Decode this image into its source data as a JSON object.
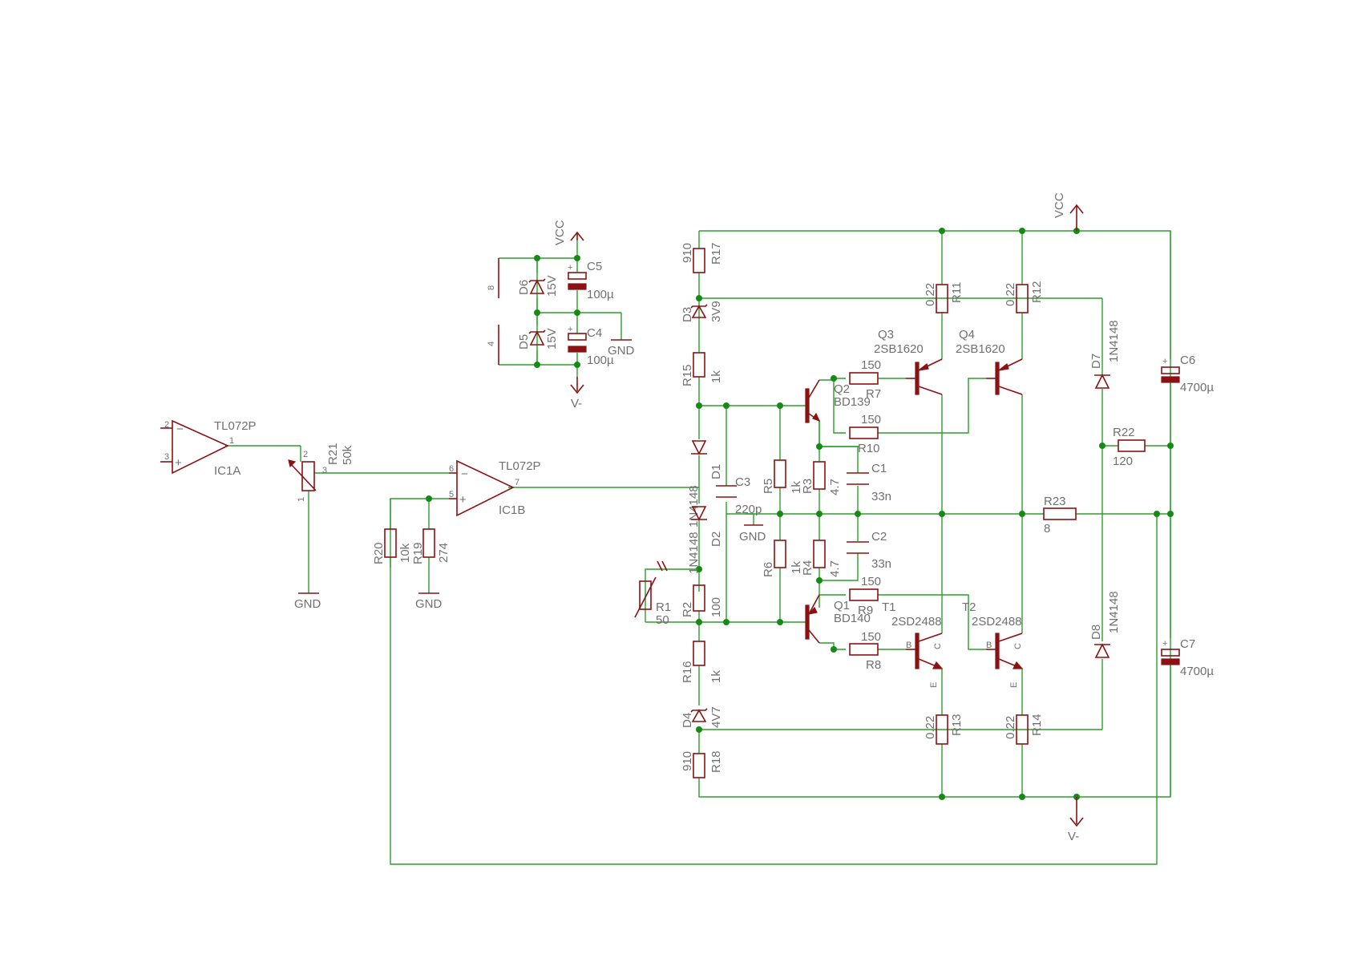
{
  "labels": {
    "vcc_top": "VCC",
    "vcc_right": "VCC",
    "vneg_top": "V-",
    "vneg_bottom": "V-",
    "gnd_supply": "GND",
    "gnd_r21": "GND",
    "gnd_r19": "GND",
    "gnd_c3": "GND"
  },
  "opamps": {
    "ic1a": {
      "type": "TL072P",
      "name": "IC1A",
      "pin_minus": "2",
      "pin_plus": "3",
      "pin_out": "1"
    },
    "ic1b": {
      "type": "TL072P",
      "name": "IC1B",
      "pin_minus": "6",
      "pin_plus": "5",
      "pin_out": "7"
    }
  },
  "supply": {
    "pin8": "8",
    "pin4": "4"
  },
  "pot_r21": {
    "name": "R21",
    "value": "50k",
    "pin1": "1",
    "pin2": "2",
    "pin3": "3"
  },
  "resistors": {
    "r1": {
      "name": "R1",
      "value": "50"
    },
    "r2": {
      "name": "R2",
      "value": "100"
    },
    "r3": {
      "name": "R3",
      "value": "4.7"
    },
    "r4": {
      "name": "R4",
      "value": "4.7"
    },
    "r5": {
      "name": "R5",
      "value": "1k"
    },
    "r6": {
      "name": "R6",
      "value": "1k"
    },
    "r7": {
      "name": "R7",
      "value": "150"
    },
    "r8": {
      "name": "R8",
      "value": "150"
    },
    "r9": {
      "name": "R9",
      "value": "150"
    },
    "r10": {
      "name": "R10",
      "value": "150"
    },
    "r11": {
      "name": "R11",
      "value": "0.22"
    },
    "r12": {
      "name": "R12",
      "value": "0.22"
    },
    "r13": {
      "name": "R13",
      "value": "0.22"
    },
    "r14": {
      "name": "R14",
      "value": "0.22"
    },
    "r15": {
      "name": "R15",
      "value": "1k"
    },
    "r16": {
      "name": "R16",
      "value": "1k"
    },
    "r17": {
      "name": "R17",
      "value": "910"
    },
    "r18": {
      "name": "R18",
      "value": "910"
    },
    "r19": {
      "name": "R19",
      "value": "274"
    },
    "r20": {
      "name": "R20",
      "value": "10k"
    },
    "r22": {
      "name": "R22",
      "value": "120"
    },
    "r23": {
      "name": "R23",
      "value": "8"
    }
  },
  "capacitors": {
    "c1": {
      "name": "C1",
      "value": "33n"
    },
    "c2": {
      "name": "C2",
      "value": "33n"
    },
    "c3": {
      "name": "C3",
      "value": "220p"
    },
    "c4": {
      "name": "C4",
      "value": "100µ"
    },
    "c5": {
      "name": "C5",
      "value": "100µ"
    },
    "c6": {
      "name": "C6",
      "value": "4700µ"
    },
    "c7": {
      "name": "C7",
      "value": "4700µ"
    },
    "plus": "+"
  },
  "diodes": {
    "d1": {
      "name": "D1",
      "value": "1N4148"
    },
    "d2": {
      "name": "D2",
      "value": "1N4148"
    },
    "d3": {
      "name": "D3",
      "value": "3V9"
    },
    "d4": {
      "name": "D4",
      "value": "4V7"
    },
    "d5": {
      "name": "D5",
      "value": "15V"
    },
    "d6": {
      "name": "D6",
      "value": "15V"
    },
    "d7": {
      "name": "D7",
      "value": "1N4148"
    },
    "d8": {
      "name": "D8",
      "value": "1N4148"
    }
  },
  "transistors": {
    "q1": {
      "name": "Q1",
      "value": "BD140"
    },
    "q2": {
      "name": "Q2",
      "value": "BD139"
    },
    "q3": {
      "name": "Q3",
      "value": "2SB1620"
    },
    "q4": {
      "name": "Q4",
      "value": "2SB1620"
    },
    "t1": {
      "name": "T1",
      "value": "2SD2488"
    },
    "t2": {
      "name": "T2",
      "value": "2SD2488"
    },
    "pin_b": "B",
    "pin_c": "C",
    "pin_e": "E"
  }
}
